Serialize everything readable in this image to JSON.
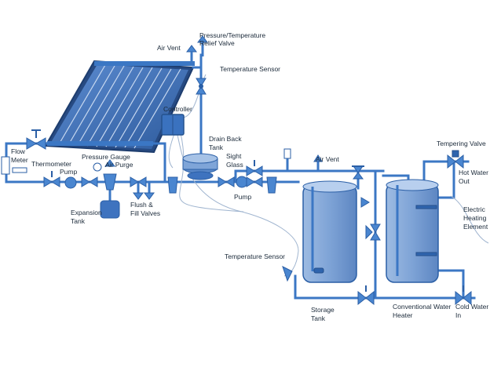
{
  "labels": {
    "pressure_relief": "Pressure/Temperature",
    "pressure_relief_2": "Relief Valve",
    "air_vent_top": "Air Vent",
    "temperature_sensor_top": "Temperature Sensor",
    "controller": "Controller",
    "drain_back": "Drain Back",
    "drain_back_2": "Tank",
    "sight_glass": "Sight",
    "sight_glass_2": "Glass",
    "flow_meter": "Flow",
    "flow_meter_2": "Meter",
    "thermometer": "Thermometer",
    "pump_left": "Pump",
    "pressure_gauge": "Pressure Gauge",
    "air_purge": "Air Purge",
    "expansion_tank": "Expansion",
    "expansion_tank_2": "Tank",
    "flush_fill": "Flush &",
    "flush_fill_2": "Fill Valves",
    "pump_mid": "Pump",
    "air_vent_mid": "Air Vent",
    "tempering_valve": "Tempering Valve",
    "hot_water": "Hot Water",
    "hot_water_2": "Out",
    "electric": "Electric",
    "electric_2": "Heating",
    "electric_3": "Element",
    "temperature_sensor_bottom": "Temperature Sensor",
    "storage_tank": "Storage",
    "storage_tank_2": "Tank",
    "conventional_heater": "Conventional Water",
    "conventional_heater_2": "Heater",
    "cold_water": "Cold Water",
    "cold_water_2": "In"
  },
  "colors": {
    "pipe": "#3b77c4",
    "tank_light": "#8fb1dc",
    "tank_dark": "#6b93c9",
    "collector": "#3f6fb3",
    "wire": "#9fb4cf"
  }
}
